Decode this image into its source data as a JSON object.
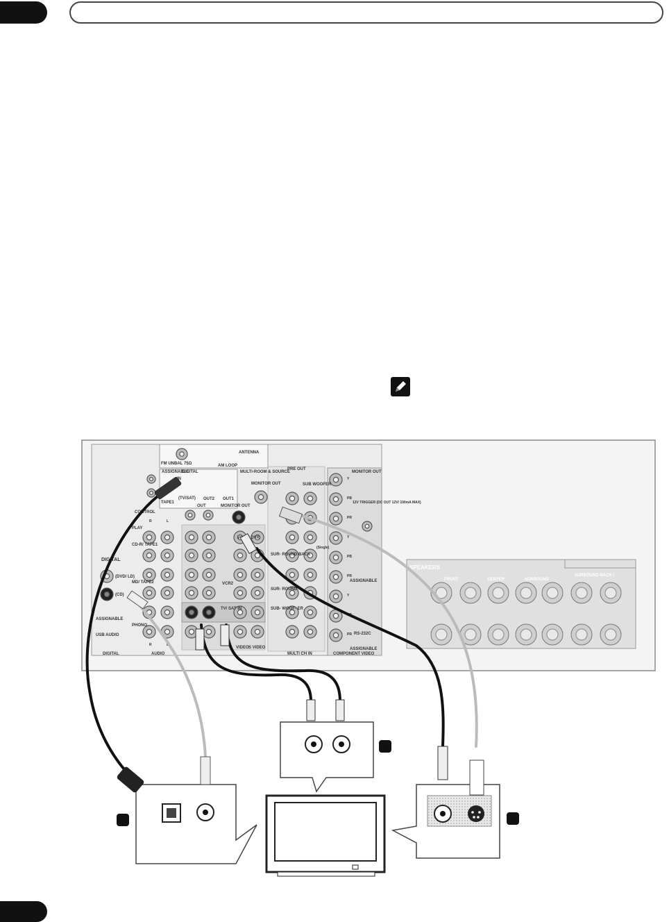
{
  "header": {
    "tab_top": "",
    "title": "",
    "tab_bottom": ""
  },
  "note": {
    "icon": "pencil-note-icon"
  },
  "panel": {
    "antenna": "ANTENNA",
    "fm": "FM UNBAL 75Ω",
    "am": "AM LOOP",
    "assignable_top": "ASSIGNABLE",
    "digital_top": "DIGITAL",
    "in": "IN",
    "tv_sat_top": "(TV/SAT)",
    "out2": "OUT2",
    "out1": "OUT1",
    "multiroom": "MULTI-ROOM & SOURCE",
    "monitor_out_top": "MONITOR OUT",
    "tape1": "TAPE1",
    "control": "CONTROL",
    "out": "OUT",
    "monitor_out_mid": "MONITOR OUT",
    "pre_out": "PRE OUT",
    "sub_woofer": "SUB WOOFER",
    "monitor_out_right": "MONITOR OUT",
    "trigger": "12V TRIGGER (DC OUT 12V/ 100mA MAX)",
    "play": "PLAY",
    "cd_r_tape1": "CD-R/ TAPE1",
    "md_tape2": "MD/ TAPE2",
    "vcr1_dvr": "VCR1/ DVR",
    "vcr2": "VCR2",
    "tv_sat_in": "TV/ SAT IN",
    "surround": "SUR- ROUND",
    "surround_back": "SUR- ROUND BACK",
    "sub_woofer_left": "SUB- WOOF- ER",
    "single": "(Single)",
    "assignable_mid": "ASSIGNABLE",
    "rs232c": "RS-232C",
    "assignable_low": "ASSIGNABLE",
    "assignable_left": "ASSIGNABLE",
    "digital_left": "DIGITAL",
    "dvd_ld": "(DVD/ LD)",
    "cd": "(CD)",
    "phono": "PHONO",
    "usb_audio": "USB AUDIO",
    "bottom_digital": "DIGITAL",
    "bottom_audio": "AUDIO",
    "bottom_video": "VIDEO",
    "bottom_svideo": "S VIDEO",
    "bottom_multich": "MULTI CH IN",
    "bottom_component": "COMPONENT VIDEO",
    "speakers": "SPEAKERS",
    "front": "FRONT",
    "center": "CENTER",
    "surround_sp": "SURROUND",
    "surround_back_sp": "SURROUND BACK /",
    "r": "R",
    "l": "L",
    "y": "Y",
    "pb": "PB",
    "pr": "PR"
  },
  "callouts": {
    "a": "",
    "b": "",
    "c": ""
  }
}
